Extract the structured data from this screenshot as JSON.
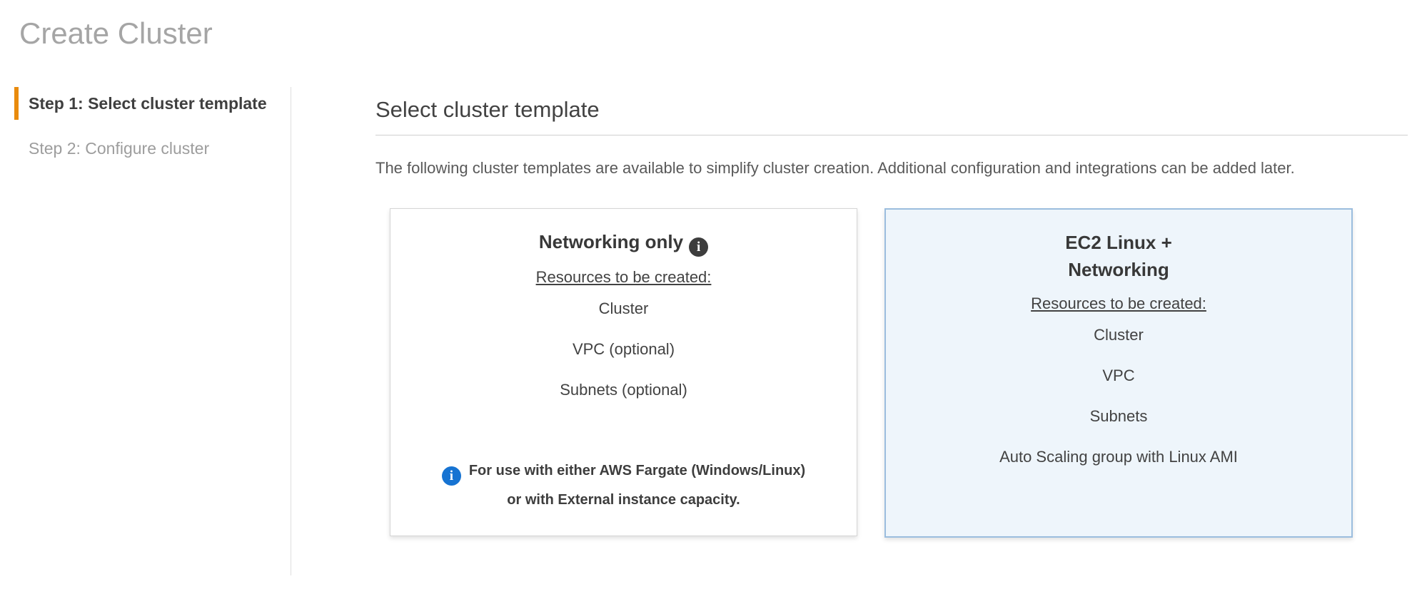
{
  "page": {
    "title": "Create Cluster"
  },
  "steps": [
    {
      "label": "Step 1: Select cluster template",
      "active": true
    },
    {
      "label": "Step 2: Configure cluster",
      "active": false
    }
  ],
  "main": {
    "heading": "Select cluster template",
    "description": "The following cluster templates are available to simplify cluster creation. Additional configuration and integrations can be added later."
  },
  "templates": [
    {
      "title": "Networking only",
      "resources_label": "Resources to be created:",
      "resources": [
        "Cluster",
        "VPC (optional)",
        "Subnets (optional)"
      ],
      "note_lines": [
        "For use with either AWS Fargate (Windows/Linux)",
        "or with External instance capacity."
      ],
      "selected": false
    },
    {
      "title_lines": [
        "EC2 Linux +",
        "Networking"
      ],
      "resources_label": "Resources to be created:",
      "resources": [
        "Cluster",
        "VPC",
        "Subnets",
        "Auto Scaling group with Linux AMI"
      ],
      "selected": true
    }
  ],
  "icons": {
    "info_glyph": "i"
  },
  "colors": {
    "accent_orange": "#e98b0d",
    "selected_card_bg": "#eef5fb",
    "selected_card_border": "#9bbdde",
    "info_icon_blue": "#1673d2",
    "info_icon_dark": "#3d3d3d"
  }
}
